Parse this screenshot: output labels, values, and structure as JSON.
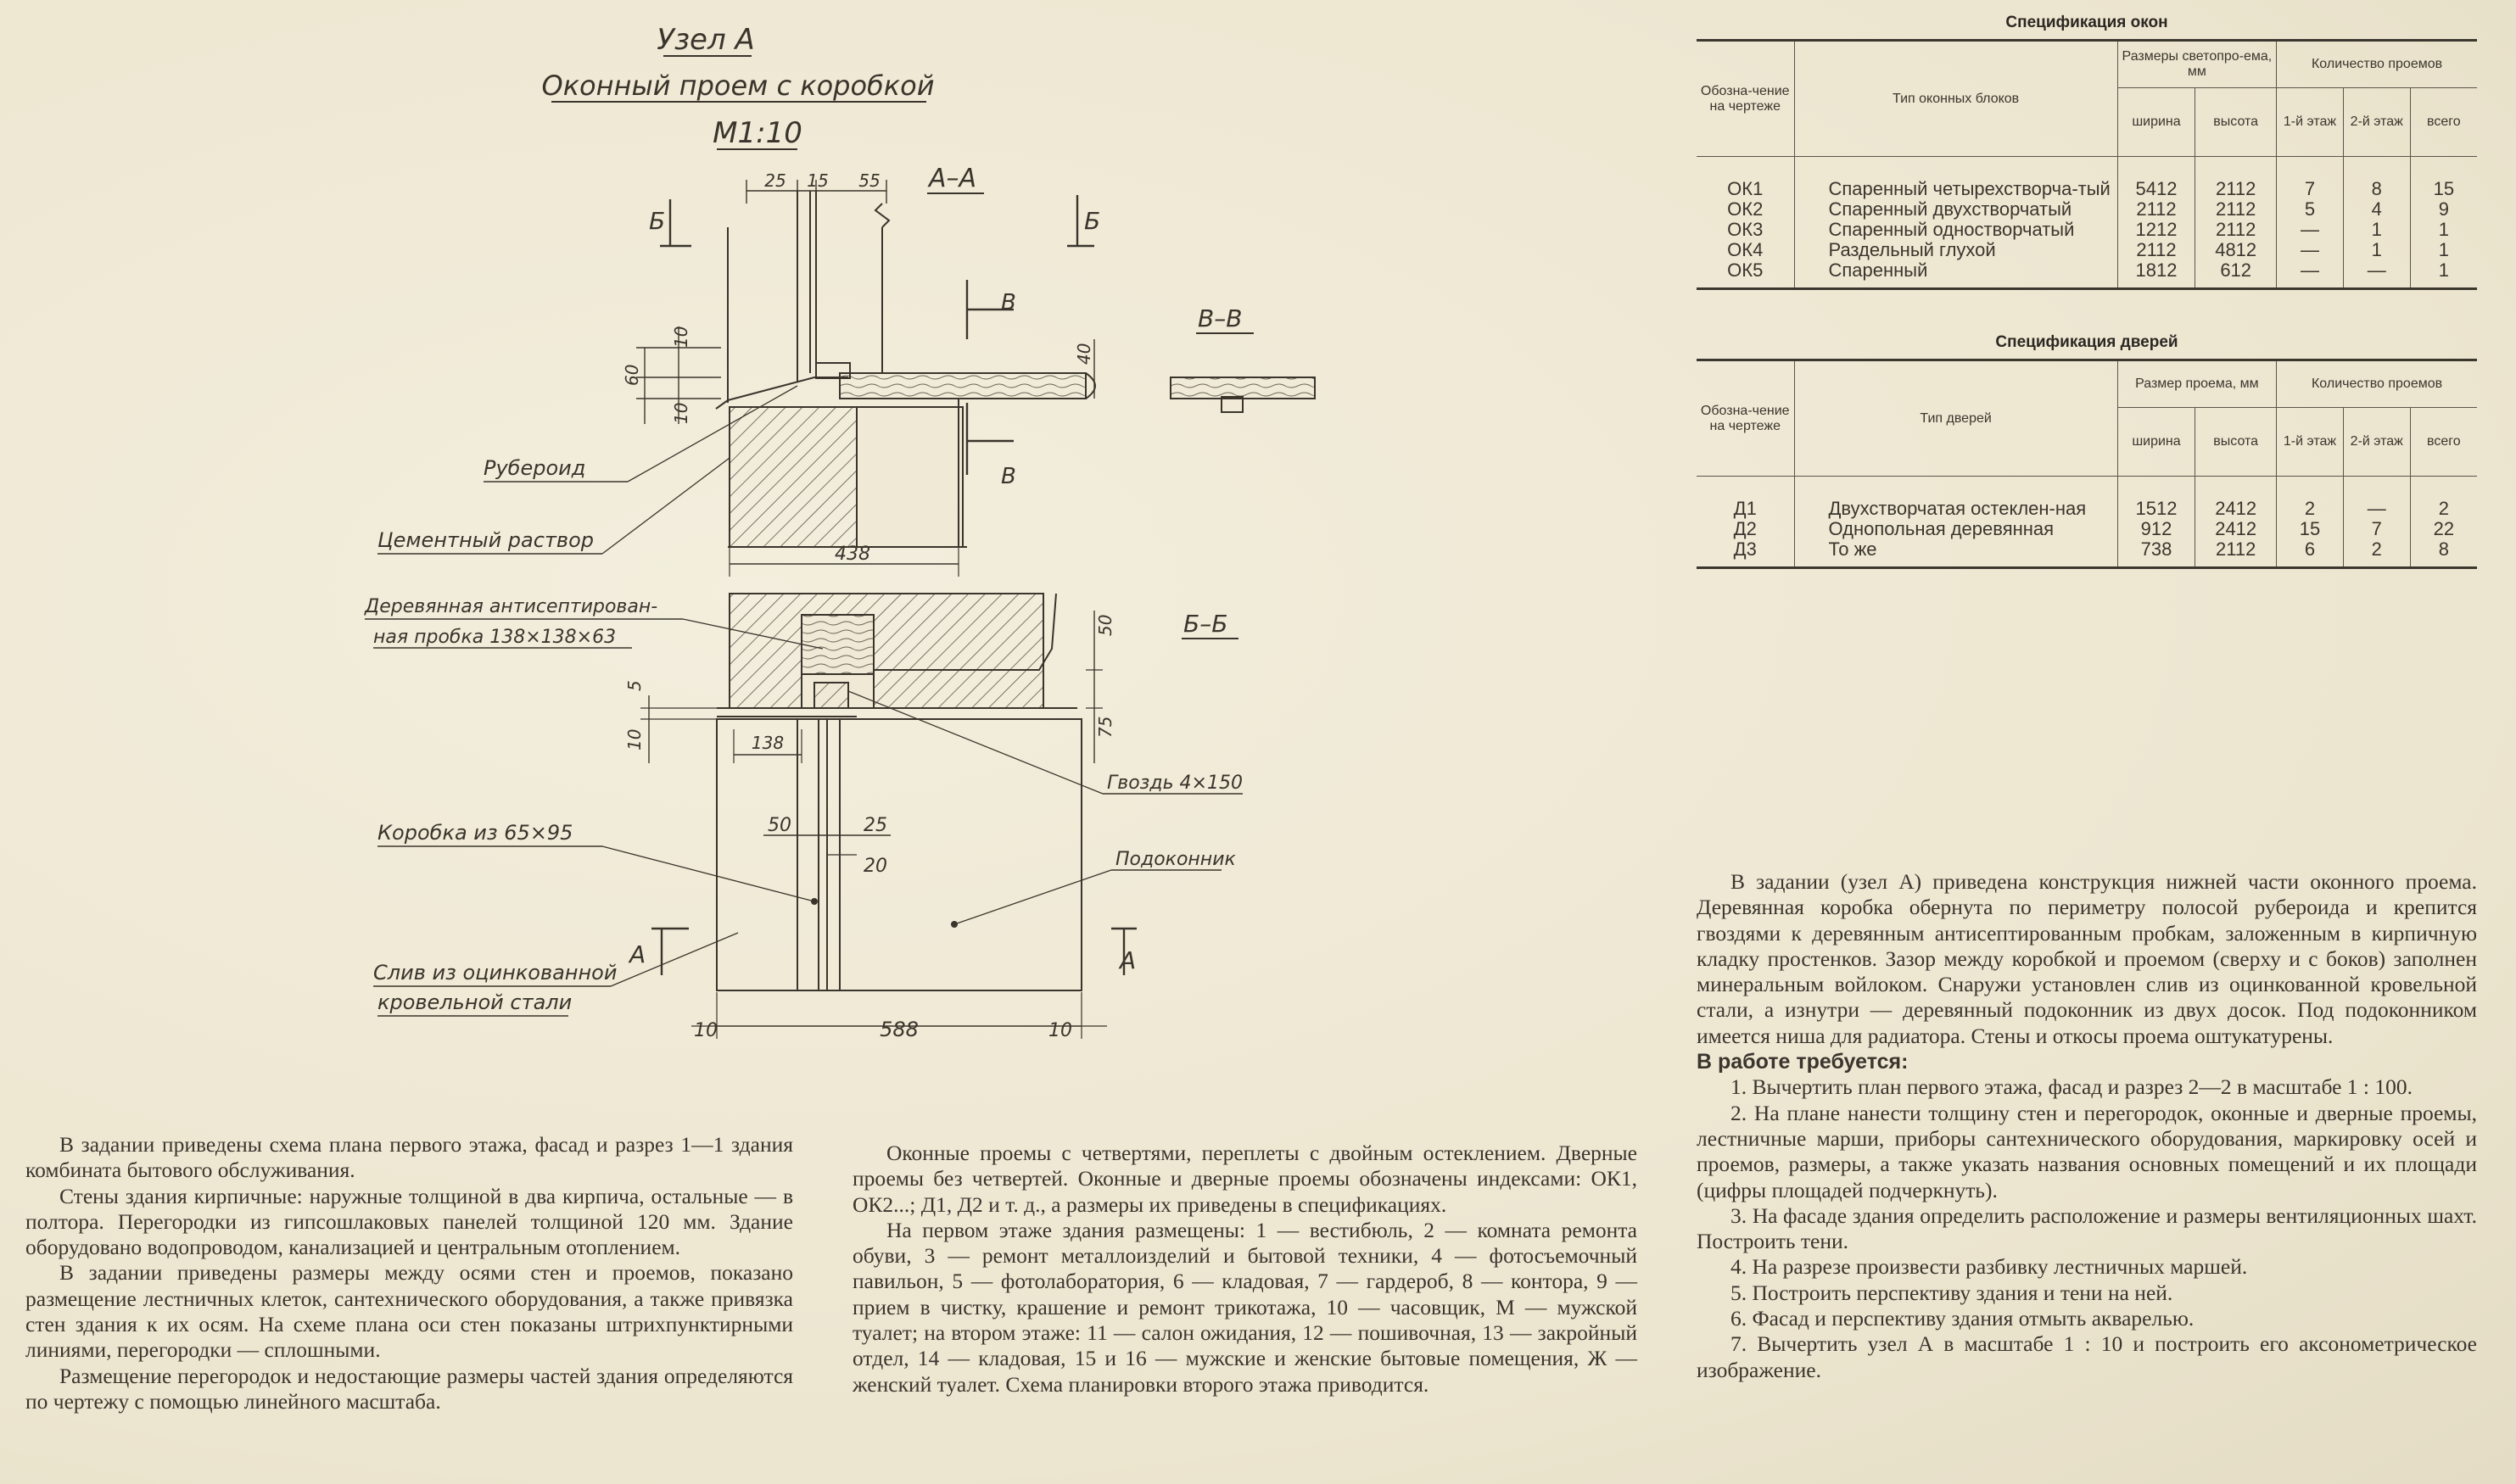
{
  "drawing": {
    "title": "Узел А",
    "subtitle": "Оконный проем с коробкой",
    "scale": "М1:10",
    "section_aa": "А–А",
    "section_vv": "В–В",
    "section_bb": "Б–Б",
    "mark_b": "Б",
    "mark_v": "В",
    "mark_a": "А",
    "labels": {
      "ruberoid": "Рубероид",
      "cement": "Цементный раствор",
      "plug_line1": "Деревянная антисептирован-",
      "plug_line2": "ная пробка 138×138×63",
      "nail": "Гвоздь 4×150",
      "frame": "Коробка из 65×95",
      "sill": "Подоконник",
      "drip_line1": "Слив из оцинкованной",
      "drip_line2": "кровельной стали"
    },
    "dims": {
      "d25": "25",
      "d15": "15",
      "d55": "55",
      "d10a": "10",
      "d60": "60",
      "d10b": "10",
      "d40": "40",
      "d438": "438",
      "d5": "5",
      "d10c": "10",
      "d138": "138",
      "d50a": "50",
      "d75": "75",
      "d50b": "50",
      "d25b": "25",
      "d20": "20",
      "d10l": "10",
      "d588": "588",
      "d10r": "10"
    }
  },
  "windows_table": {
    "title": "Спецификация окон",
    "headers": {
      "designation": "Обозна-чение на чертеже",
      "type": "Тип оконных блоков",
      "sizes": "Размеры светопро-ема, мм",
      "width": "ширина",
      "height": "высота",
      "count": "Количество проемов",
      "floor1": "1-й этаж",
      "floor2": "2-й этаж",
      "total": "всего"
    },
    "rows": [
      {
        "id": "ОК1",
        "type": "Спаренный четырехстворча-тый",
        "width": "5412",
        "height": "2112",
        "f1": "7",
        "f2": "8",
        "total": "15"
      },
      {
        "id": "ОК2",
        "type": "Спаренный двухстворчатый",
        "width": "2112",
        "height": "2112",
        "f1": "5",
        "f2": "4",
        "total": "9"
      },
      {
        "id": "ОК3",
        "type": "Спаренный одностворчатый",
        "width": "1212",
        "height": "2112",
        "f1": "—",
        "f2": "1",
        "total": "1"
      },
      {
        "id": "ОК4",
        "type": "Раздельный глухой",
        "width": "2112",
        "height": "4812",
        "f1": "—",
        "f2": "1",
        "total": "1"
      },
      {
        "id": "ОК5",
        "type": "Спаренный",
        "width": "1812",
        "height": "612",
        "f1": "—",
        "f2": "—",
        "total": "1"
      }
    ]
  },
  "doors_table": {
    "title": "Спецификация дверей",
    "headers": {
      "designation": "Обозна-чение на чертеже",
      "type": "Тип дверей",
      "sizes": "Размер проема, мм",
      "width": "ширина",
      "height": "высота",
      "count": "Количество проемов",
      "floor1": "1-й этаж",
      "floor2": "2-й этаж",
      "total": "всего"
    },
    "rows": [
      {
        "id": "Д1",
        "type": "Двухстворчатая остеклен-ная",
        "width": "1512",
        "height": "2412",
        "f1": "2",
        "f2": "—",
        "total": "2"
      },
      {
        "id": "Д2",
        "type": "Однопольная деревянная",
        "width": "912",
        "height": "2412",
        "f1": "15",
        "f2": "7",
        "total": "22"
      },
      {
        "id": "Д3",
        "type": "То же",
        "width": "738",
        "height": "2112",
        "f1": "6",
        "f2": "2",
        "total": "8"
      }
    ]
  },
  "text_left": [
    "В задании приведены схема плана первого этажа, фасад и разрез 1—1 здания комбината бытового обслуживания.",
    "Стены здания кирпичные: наружные толщиной в два кирпича, остальные — в полтора. Перегородки из гипсошлаковых панелей толщиной 120 мм. Здание оборудовано водопроводом, канализацией и центральным отоплением.",
    "В задании приведены размеры между осями стен и проемов, показано размещение лестничных клеток, сантехнического оборудования, а также привязка стен здания к их осям. На схеме плана оси стен показаны штрихпунктирными линиями, перегородки — сплошными.",
    "Размещение перегородок и недостающие размеры частей здания определяются по чертежу с помощью линейного масштаба."
  ],
  "text_middle": [
    "Оконные проемы с четвертями, переплеты с двойным остеклением. Дверные проемы без четвертей. Оконные и дверные проемы обозначены индексами: ОК1, ОК2...; Д1, Д2 и т. д., а размеры их приведены в спецификациях.",
    "На первом этаже здания размещены: 1 — вестибюль, 2 — комната ремонта обуви, 3 — ремонт металлоизделий и бытовой техники, 4 — фотосъемочный павильон, 5 — фотолаборатория, 6 — кладовая, 7 — гардероб, 8 — контора, 9 — прием в чистку, крашение и ремонт трикотажа, 10 — часовщик, М — мужской туалет; на втором этаже: 11 — салон ожидания, 12 — пошивочная, 13 — закройный отдел, 14 — кладовая, 15 и 16 — мужские и женские бытовые помещения, Ж — женский туалет. Схема планировки второго этажа приводится."
  ],
  "text_right": {
    "intro": "В задании (узел А) приведена конструкция нижней части оконного проема. Деревянная коробка обернута по периметру полосой рубероида и крепится гвоздями к деревянным антисептированным пробкам, заложенным в кирпичную кладку простенков. Зазор между коробкой и проемом (сверху и с боков) заполнен минеральным войлоком. Снаружи установлен слив из оцинкованной кровельной стали, а изнутри — деревянный подоконник из двух досок. Под подоконником имеется ниша для радиатора. Стены и откосы проема оштукатурены.",
    "req_title": "В работе требуется:",
    "items": [
      "1. Вычертить план первого этажа, фасад и разрез 2—2 в масштабе 1 : 100.",
      "2. На плане нанести толщину стен и перегородок, оконные и дверные проемы, лестничные марши, приборы сантехнического оборудования, маркировку осей и проемов, размеры, а также указать названия основных помещений и их площади (цифры площадей подчеркнуть).",
      "3. На фасаде здания определить расположение и размеры вентиляционных шахт. Построить тени.",
      "4. На разрезе произвести разбивку лестничных маршей.",
      "5. Построить перспективу здания и тени на ней.",
      "6. Фасад и перспективу здания отмыть акварелью.",
      "7. Вычертить узел А в масштабе 1 : 10 и построить его аксонометрическое изображение."
    ]
  }
}
